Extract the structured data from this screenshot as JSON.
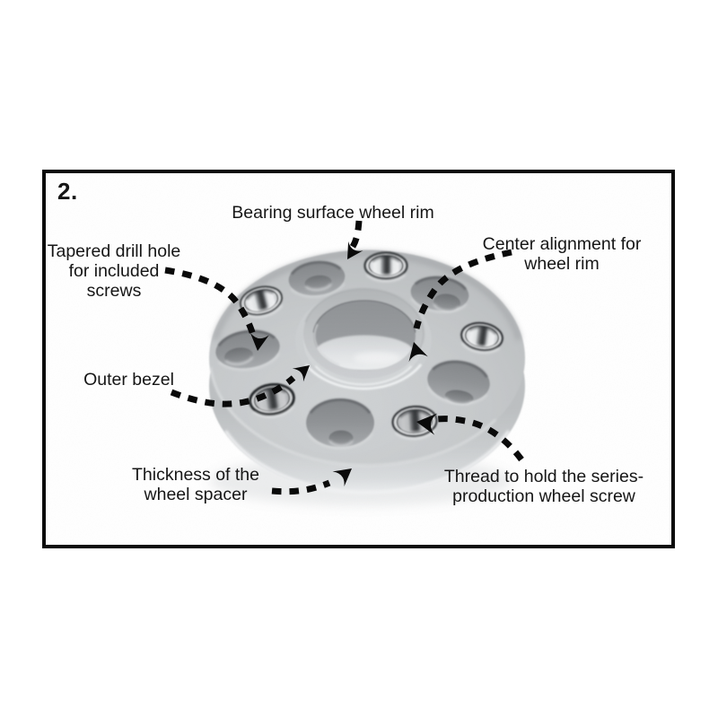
{
  "figure": {
    "number": "2."
  },
  "callouts": {
    "bearing": {
      "lines": [
        "Bearing surface wheel rim"
      ]
    },
    "tapered": {
      "lines": [
        "Tapered drill hole",
        "for included",
        "screws"
      ]
    },
    "center": {
      "lines": [
        "Center alignment for",
        "wheel rim"
      ]
    },
    "bezel": {
      "lines": [
        "Outer bezel"
      ]
    },
    "thickness": {
      "lines": [
        "Thickness of the",
        "wheel spacer"
      ]
    },
    "thread": {
      "lines": [
        "Thread to hold the series-",
        "production wheel screw"
      ]
    }
  },
  "colors": {
    "frame_border": "#0b0b0b",
    "label_text": "#161616",
    "arrow": "#0a0a0a",
    "spacer_gray": "#c6c9cb",
    "background": "#ffffff"
  }
}
